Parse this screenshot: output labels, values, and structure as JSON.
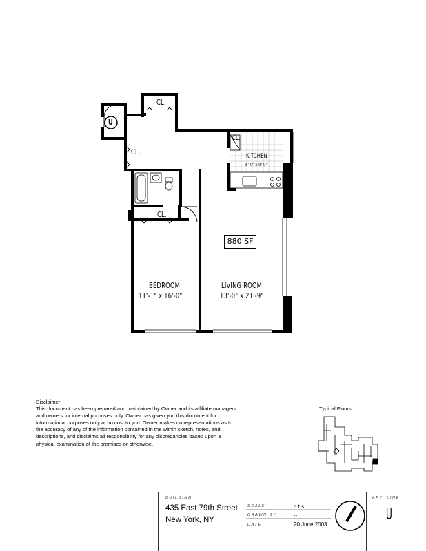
{
  "plan": {
    "apt_marker": "U",
    "labels": {
      "closet_top": "CL.",
      "closet_left": "CL.",
      "closet_kitchen": "CL.",
      "closet_bedroom": "CL.",
      "kitchen": "KITCHEN",
      "kitchen_dims": "8'-0\" x 9'-0\"",
      "bedroom": "BEDROOM",
      "bedroom_dims": "11'-1\" x 16'-0\"",
      "living_room": "LIVING ROOM",
      "living_room_dims": "13'-0\" x 21'-9\"",
      "area": "880 SF"
    }
  },
  "disclaimer": {
    "heading": "Disclaimer:",
    "line1": "This document has been prepared and maintained by Owner and its affiliate managers",
    "line2": "and owners for internal purposes only.  Owner has given you this document for",
    "line3": "informational purposes only at no cost to you.  Owner makes no representations as to",
    "line4": "the accuracy of any of the information contained in the within sketch, notes, and",
    "line5": "descriptions, and disclaims all responsibility for any discrepancies based upon a",
    "line6": "physical examination of the premises or otherwise."
  },
  "key_plan": {
    "label": "Typical Floors"
  },
  "title_block": {
    "building_caption": "BUILDING",
    "address_line1": "435 East 79th Street",
    "address_line2": "New York, NY",
    "scale_caption": "SCALE",
    "scale_value": "n.t.s.",
    "drawn_by_caption": "DRAWN BY",
    "drawn_by_value": "--",
    "date_caption": "DATE",
    "date_value": "20 June 2003",
    "apt_line_caption": "APT. LINE",
    "apt_line_value": "U"
  }
}
